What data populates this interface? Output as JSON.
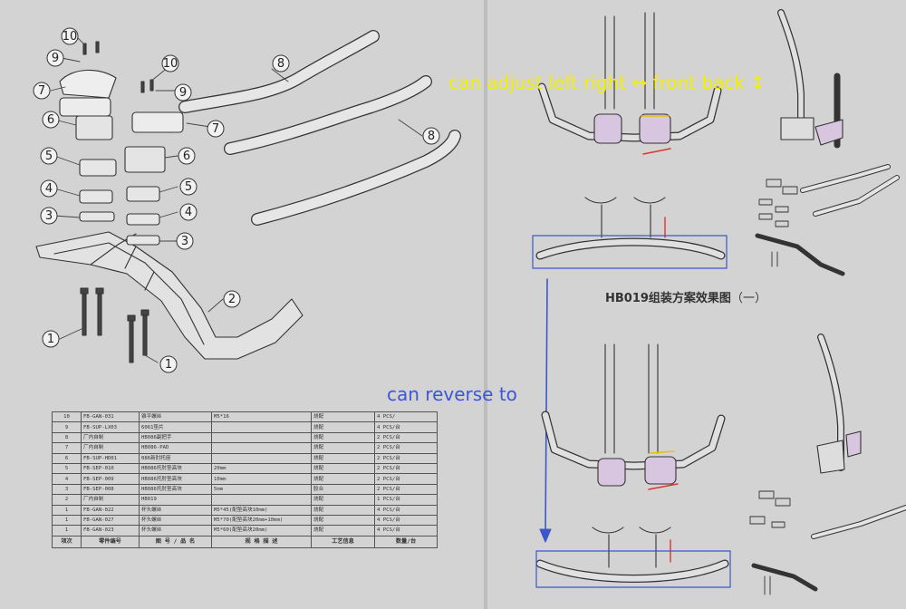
{
  "annotations": {
    "adjust_note": "can adjust left right ↔ front back ↕",
    "reverse_note": "can reverse to"
  },
  "caption": {
    "title": "HB019组装方案效果图",
    "suffix": "（一）"
  },
  "callouts": [
    "10",
    "10",
    "9",
    "9",
    "8",
    "8",
    "7",
    "7",
    "6",
    "6",
    "5",
    "5",
    "4",
    "4",
    "3",
    "3",
    "2",
    "1",
    "1"
  ],
  "parts_table": {
    "header": [
      "项次",
      "零件编号",
      "图 号 / 品 名",
      "规 格 描 述",
      "工艺信息",
      "数量/台"
    ],
    "rows": [
      [
        "10",
        "FB-GAN-031",
        "锥平螺丝",
        "M5*16",
        "烧配",
        "4 PCS/"
      ],
      [
        "9",
        "FB-SUP-LX03",
        "6061垫片",
        "",
        "烧配",
        "4 PCS/台"
      ],
      [
        "8",
        "厂内自制",
        "HB086副把手",
        "",
        "烧配",
        "2 PCS/台"
      ],
      [
        "7",
        "厂内自制",
        "HB086-PAD",
        "",
        "烧配",
        "2 PCS/台"
      ],
      [
        "6",
        "FB-SUP-HD01",
        "086新肘托座",
        "",
        "烧配",
        "2 PCS/台"
      ],
      [
        "5",
        "FB-SEP-010",
        "HB086托肘垫高块",
        "20mm",
        "烧配",
        "2 PCS/台"
      ],
      [
        "4",
        "FB-SEP-009",
        "HB086托肘垫高块",
        "10mm",
        "烧配",
        "2 PCS/台"
      ],
      [
        "3",
        "FB-SEP-008",
        "HB086托肘垫高块",
        "5mm",
        "胶合",
        "2 PCS/台"
      ],
      [
        "2",
        "厂内自制",
        "HB019",
        "",
        "烧配",
        "1 PCS/台"
      ],
      [
        "1",
        "FB-GAN-022",
        "杯头螺丝",
        "M5*45(配垫高块10mm)",
        "烧配",
        "4 PCS/台"
      ],
      [
        "1",
        "FB-GAN-027",
        "杯头螺丝",
        "M5*70(配垫高块20mm+10mm)",
        "烧配",
        "4 PCS/台"
      ],
      [
        "1",
        "FB-GAN-023",
        "杯头螺丝",
        "M5*60(配垫高块20mm)",
        "烧配",
        "4 PCS/台"
      ]
    ]
  },
  "colors": {
    "adjust_note": "#f2f000",
    "reverse_note": "#3d55d8",
    "highlight_box": "#3b57c9",
    "adjust_arrow": "#e0342c",
    "spacer_highlight": "#c050c8",
    "line_art": "#333333"
  }
}
